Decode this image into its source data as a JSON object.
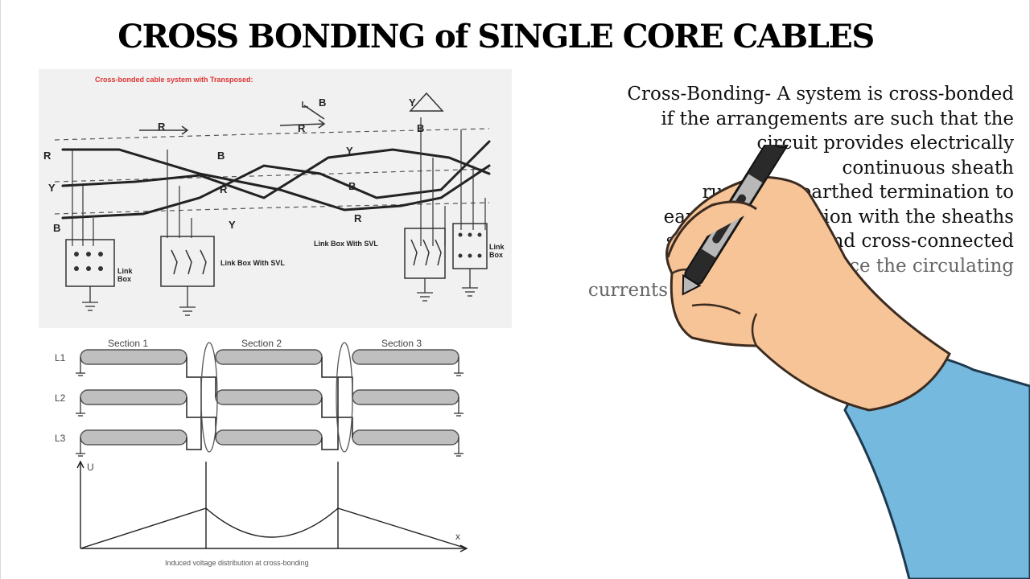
{
  "title": "CROSS BONDING of SINGLE CORE CABLES",
  "diagram_top": {
    "caption": "Cross-bonded cable system with Transposed:",
    "phase_labels": [
      "R",
      "Y",
      "B"
    ],
    "segment_labels": [
      "R",
      "B",
      "R",
      "Y",
      "B",
      "R",
      "Y",
      "B",
      "Y",
      "R",
      "B"
    ],
    "link_boxes": [
      "Link Box",
      "Link Box With SVL",
      "Link Box With SVL",
      "Link Box"
    ]
  },
  "diagram_bottom": {
    "sections": [
      "Section 1",
      "Section 2",
      "Section 3"
    ],
    "lines": [
      "L1",
      "L2",
      "L3"
    ],
    "axis_y": "U",
    "axis_x": "x",
    "caption": "Induced voltage distribution at cross-bonding"
  },
  "description": {
    "lines": [
      "Cross-Bonding- A system is cross-bonded",
      "if the arrangements are such that the",
      "circuit provides electrically",
      "continuous sheath",
      "runs from earthed termination to",
      "earthed termination with the sheaths",
      "so sectionalised and cross-connected",
      "in order to reduce the circulating",
      "currents"
    ]
  },
  "colors": {
    "text": "#111111",
    "skin": "#f6c497",
    "sleeve": "#76b9de",
    "pen": "#2a2a2a"
  },
  "icons": [
    "hand-with-pen-icon",
    "ground-icon"
  ]
}
